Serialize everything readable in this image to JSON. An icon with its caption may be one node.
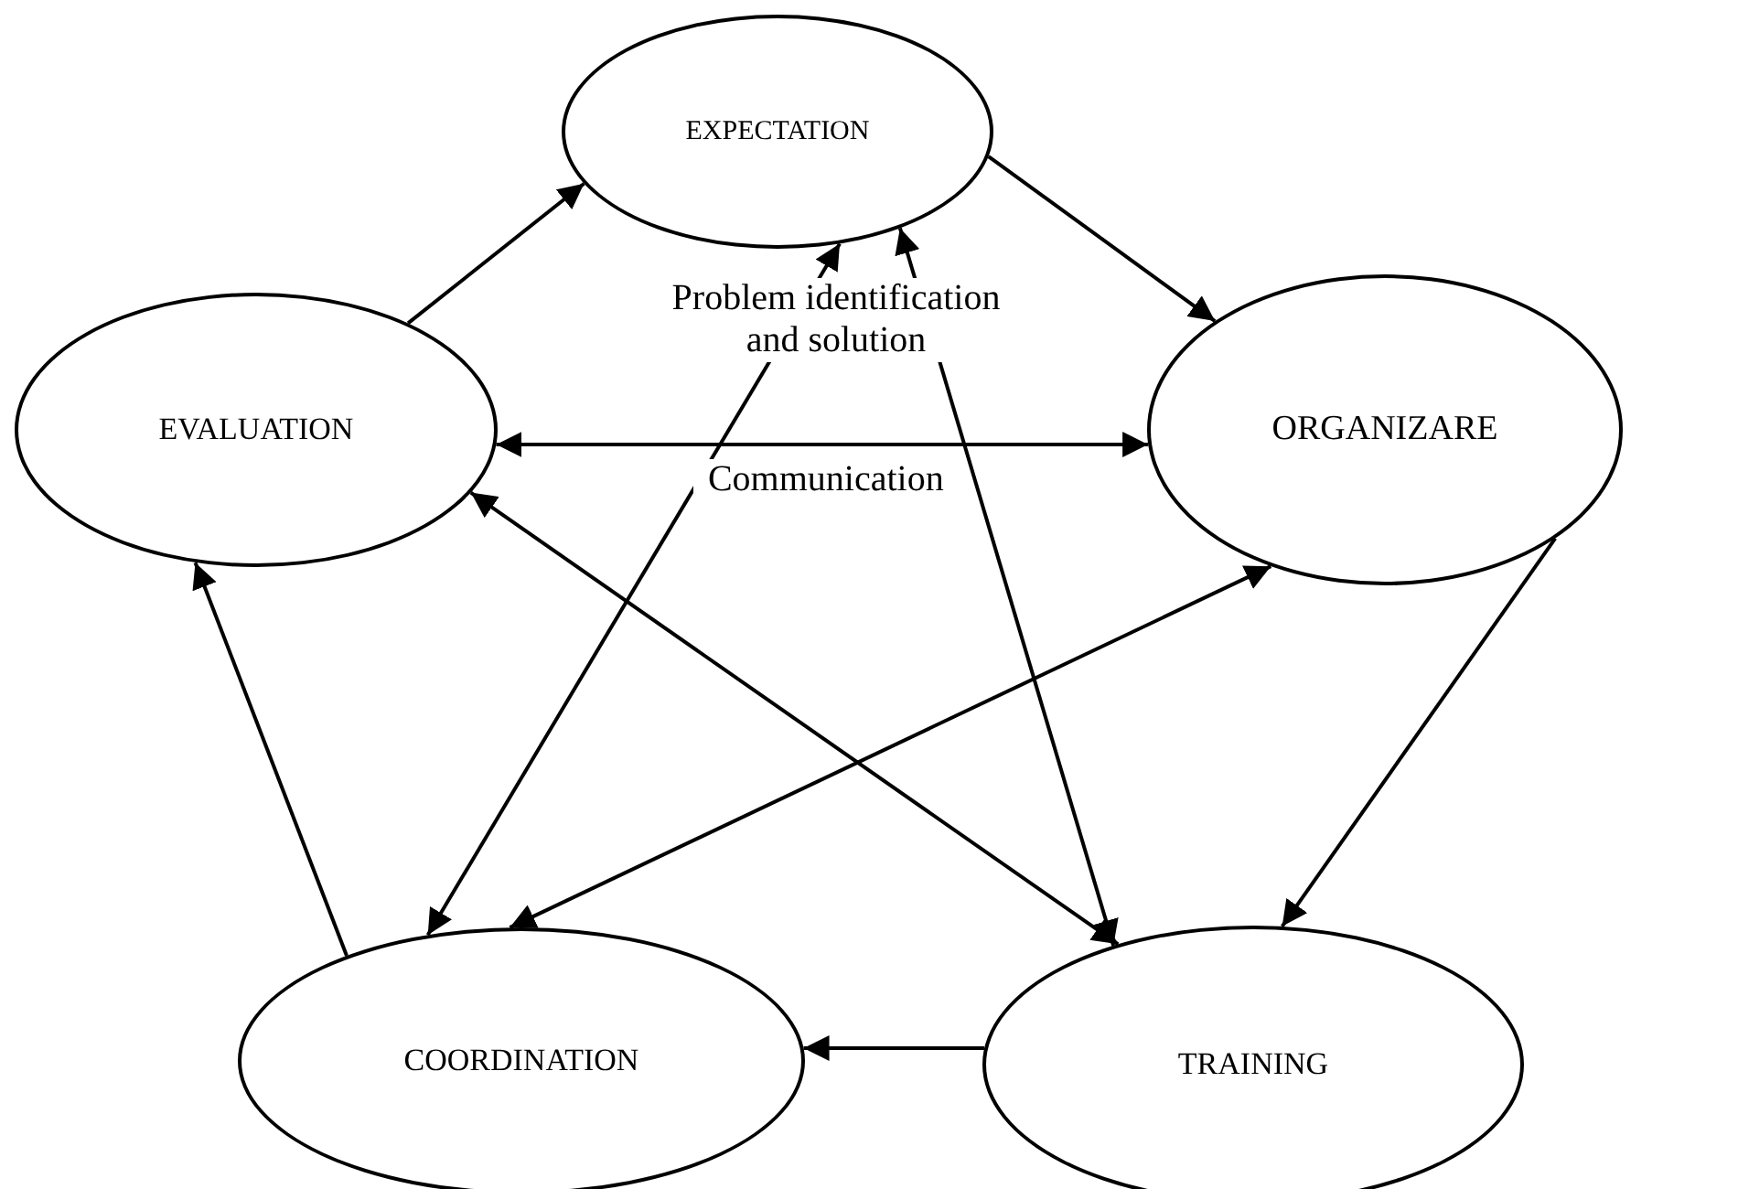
{
  "diagram": {
    "nodes": [
      {
        "text": [
          "EXPECTATION"
        ]
      },
      {
        "text": [
          "EVALUATION"
        ]
      },
      {
        "text": [
          "ORGANIZARE"
        ]
      },
      {
        "text": [
          "COORDINATION"
        ]
      },
      {
        "text": [
          "TRAINING"
        ]
      }
    ],
    "edges": [
      {
        "from": 1,
        "to": 0,
        "arrow": "to"
      },
      {
        "from": 0,
        "to": 2,
        "arrow": "to"
      },
      {
        "from": 2,
        "to": 4,
        "arrow": "to"
      },
      {
        "from": 4,
        "to": 3,
        "arrow": "to"
      },
      {
        "from": 3,
        "to": 1,
        "arrow": "to"
      },
      {
        "from": 1,
        "to": 2,
        "arrow": "both",
        "label": "Communication"
      },
      {
        "from": 0,
        "to": 3,
        "arrow": "both"
      },
      {
        "from": 0,
        "to": 4,
        "arrow": "both"
      },
      {
        "from": 1,
        "to": 4,
        "arrow": "both"
      },
      {
        "from": 2,
        "to": 3,
        "arrow": "both"
      }
    ],
    "labels": [
      "Problem identification and solution"
    ]
  }
}
